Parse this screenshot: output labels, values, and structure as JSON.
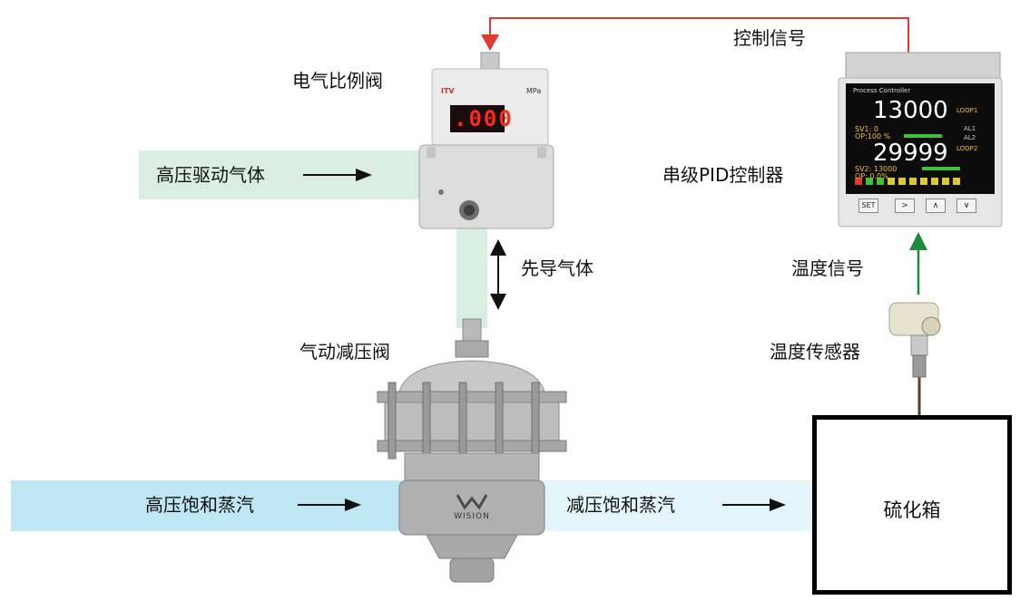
{
  "labels": {
    "electric_valve": "电气比例阀",
    "high_pressure_drive_gas": "高压驱动气体",
    "pilot_gas": "先导气体",
    "pneumatic_valve": "气动减压阀",
    "high_pressure_steam": "高压饱和蒸汽",
    "reduced_pressure_steam": "减压饱和蒸汽",
    "vulcanizer": "硫化箱",
    "control_signal": "控制信号",
    "controller": "串级PID控制器",
    "temperature_signal": "温度信号",
    "temperature_sensor": "温度传感器"
  },
  "valve_display": {
    "brand": "ITV",
    "unit": "MPa",
    "reading": ".000",
    "logo": "WISION"
  },
  "controller_display": {
    "header": "Process Controller",
    "pv1": "13000",
    "loop1": "LOOP1",
    "sv1": "SV1: 0",
    "op1": "OP:100 %",
    "al1": "AL1",
    "al2": "AL2",
    "pv2": "29999",
    "loop2": "LOOP2",
    "sv2": "SV2: 13000",
    "op2": "OP: 0.0%",
    "buttons": [
      "SET",
      ">",
      "∧",
      "∨"
    ]
  },
  "colors": {
    "control_line": "#e03a32",
    "temp_arrow": "#1e8a3c",
    "drive_gas_band": "#d9eee0",
    "steam_band": "#bfe6f3",
    "reduced_steam_band": "#e3f4fa"
  }
}
